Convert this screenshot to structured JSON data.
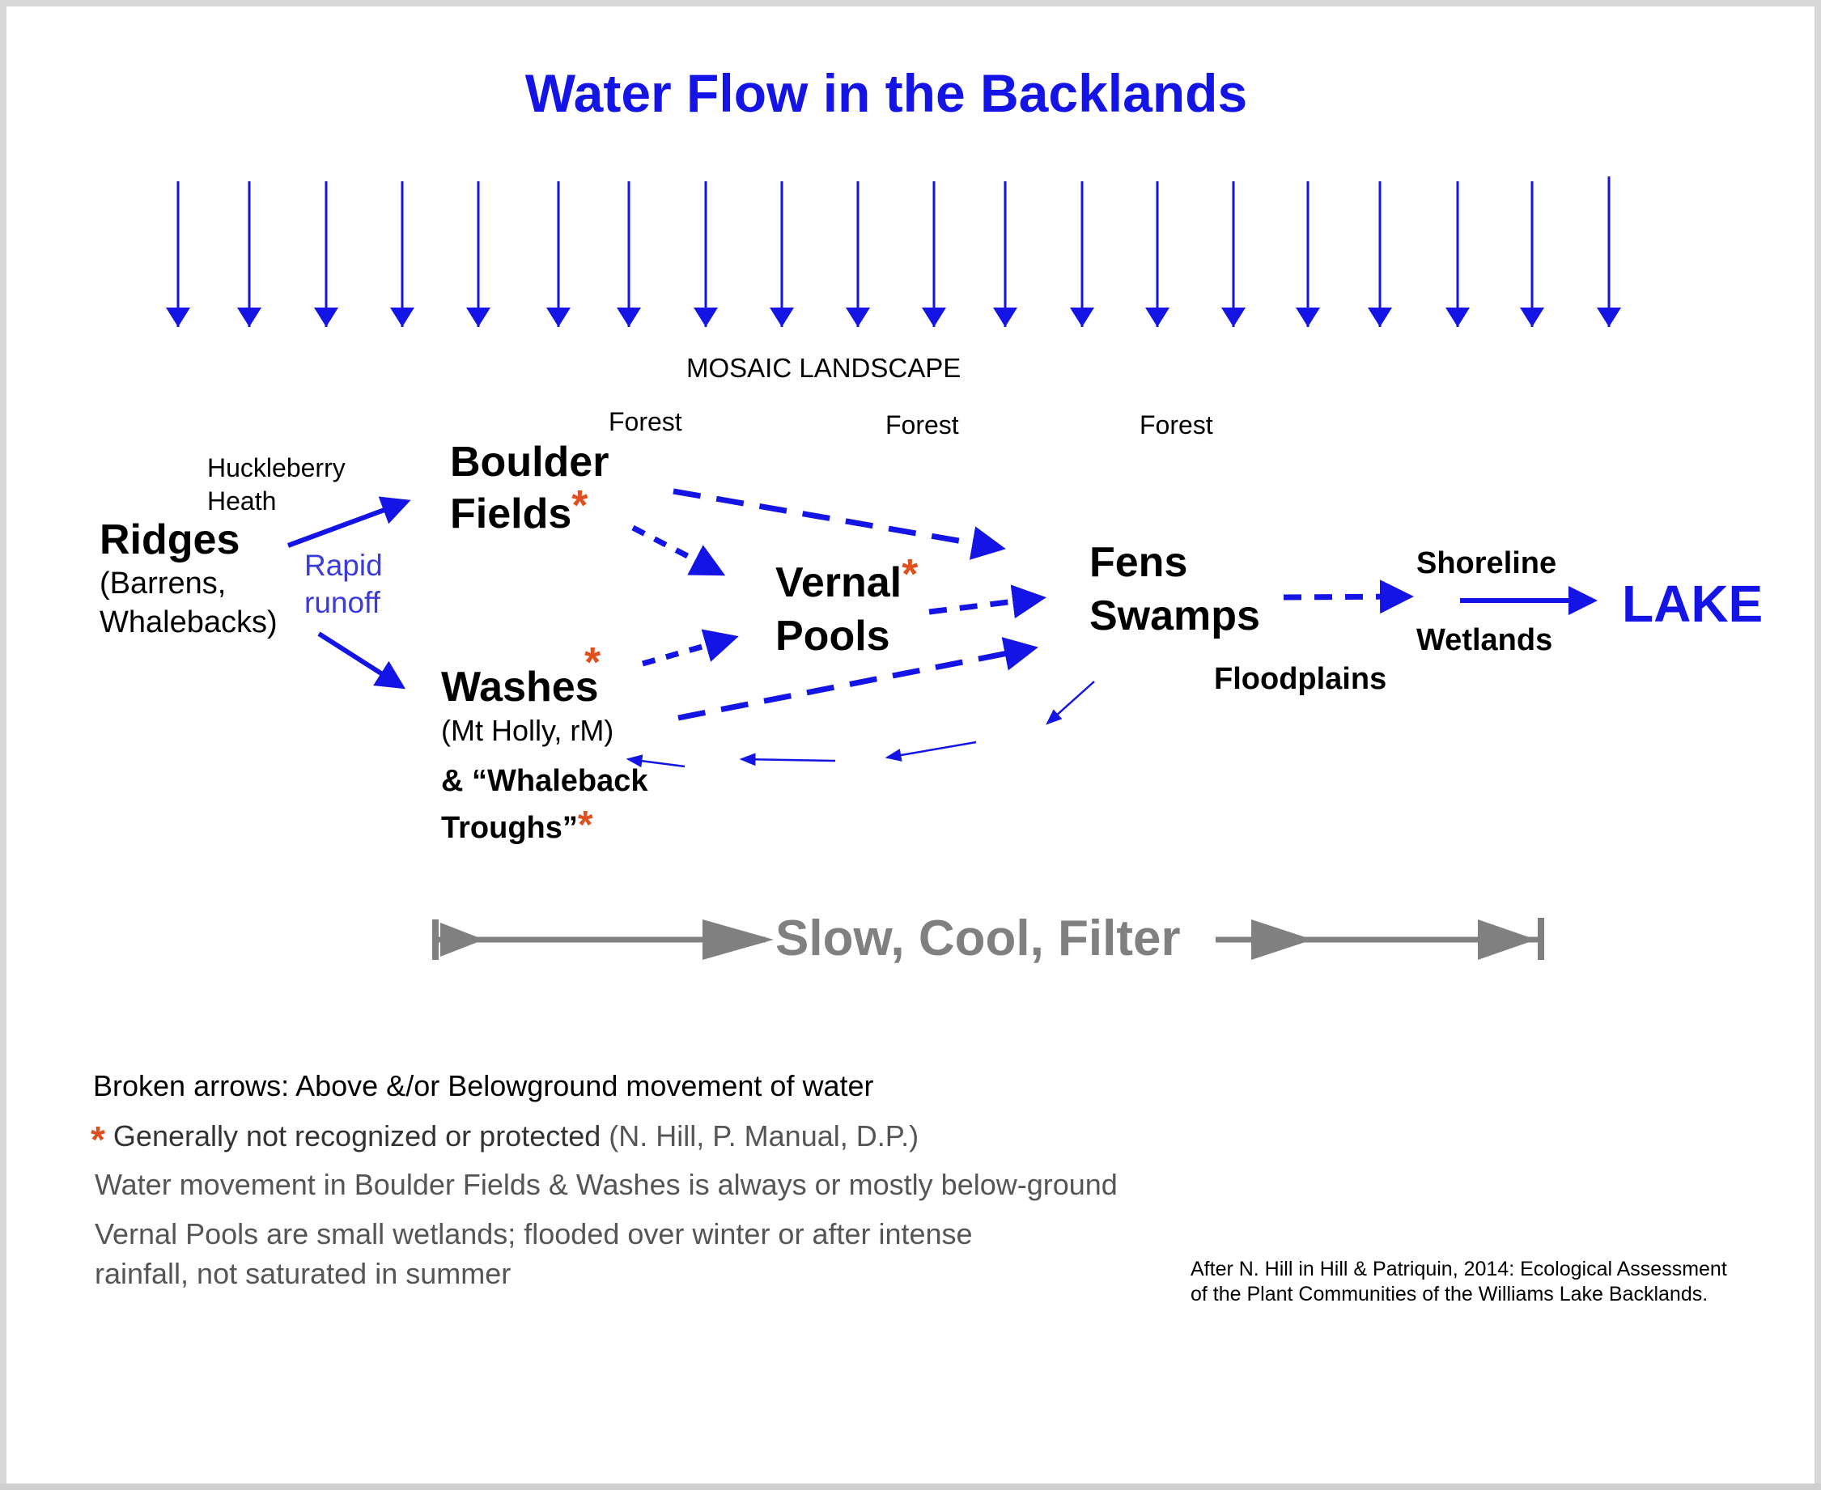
{
  "title": "Water Flow in the Backlands",
  "mosaic_label": "MOSAIC LANDSCAPE",
  "forest_labels": [
    "Forest",
    "Forest",
    "Forest"
  ],
  "nodes": {
    "huckleberry_line1": "Huckleberry",
    "huckleberry_line2": "Heath",
    "ridges": "Ridges",
    "ridges_sub1": "(Barrens,",
    "ridges_sub2": "Whalebacks)",
    "rapid_line1": "Rapid",
    "rapid_line2": "runoff",
    "boulder_line1": "Boulder",
    "boulder_line2": "Fields",
    "vernal_line1": "Vernal",
    "vernal_line2": "Pools",
    "washes": "Washes",
    "washes_sub": "(Mt Holly, rM)",
    "whaleback_line1": "& “Whaleback",
    "whaleback_line2": "Troughs”",
    "fens": "Fens",
    "swamps": "Swamps",
    "floodplains": "Floodplains",
    "shoreline": "Shoreline",
    "wetlands": "Wetlands",
    "lake": "LAKE",
    "asterisk": "*"
  },
  "scale_label": "Slow, Cool, Filter",
  "notes": {
    "broken_arrows": "Broken arrows: Above &/or Belowground movement of water",
    "asterisk_note_main": "Generally not recognized or protected",
    "asterisk_note_credit": "(N. Hill, P. Manual, D.P.)",
    "water_movement": "Water movement in Boulder Fields & Washes is always or mostly below-ground",
    "vernal_line1": "Vernal Pools are small wetlands; flooded over winter or after intense",
    "vernal_line2": "rainfall, not saturated in summer"
  },
  "citation_line1": "After N. Hill in Hill & Patriquin, 2014: Ecological Assessment",
  "citation_line2": "of the Plant Communities of the Williams Lake Backlands.",
  "colors": {
    "arrow_blue": "#1414e6",
    "asterisk_orange": "#e0501e",
    "scale_gray": "#808080",
    "title_blue": "#1414e6"
  }
}
